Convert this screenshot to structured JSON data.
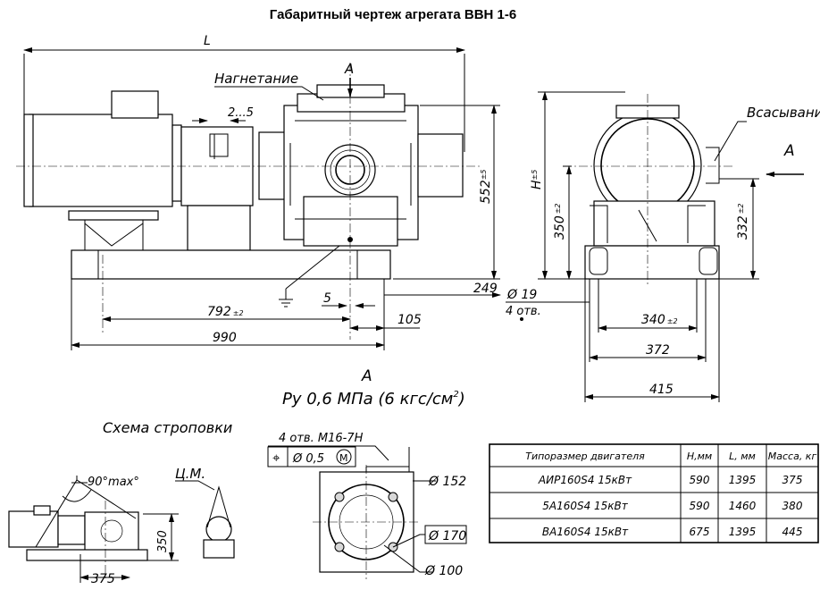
{
  "title": "Габаритный чертеж агрегата ВВН 1-6",
  "labels": {
    "discharge": "Нагнетание",
    "suction": "Всасывание",
    "view_a_top": "А",
    "view_a_right": "А",
    "view_a_section": "А",
    "pressure": "Ру 0,6 МПа (6 кгс/см",
    "pressure_sup": "2",
    "pressure_close": ")",
    "sling_scheme": "Схема строповки",
    "cog": "Ц.М.",
    "sling_angle": "90°max°",
    "holes_spec": "4 отв. М16-7Н",
    "holes_count": "4 отв."
  },
  "dimensions": {
    "L": "L",
    "gap": "2...5",
    "height_total": "552",
    "height_total_tol": "±5",
    "H": "H",
    "H_tol": "±5",
    "h350": "350",
    "h350_tol": "±2",
    "h332": "332",
    "h332_tol": "±2",
    "d249": "249",
    "d5": "5",
    "d792": "792",
    "d792_tol": "±2",
    "d990": "990",
    "d105": "105",
    "hole_dia": "Ø 19",
    "d340": "340",
    "d340_tol": "±2",
    "d372": "372",
    "d415": "415",
    "sling_350": "350",
    "sling_375": "375",
    "flange_152": "Ø 152",
    "flange_170": "Ø 170",
    "flange_100": "Ø 100"
  },
  "tolerance_frame": {
    "symbol": "⌖",
    "value": "Ø 0,5",
    "modifier": "M"
  },
  "table": {
    "headers": [
      "Типоразмер двигателя",
      "Н,мм",
      "L, мм",
      "Масса, кг"
    ],
    "rows": [
      [
        "АИР160S4 15кВт",
        "590",
        "1395",
        "375"
      ],
      [
        "5А160S4 15кВт",
        "590",
        "1460",
        "380"
      ],
      [
        "ВА160S4 15кВт",
        "675",
        "1395",
        "445"
      ]
    ]
  }
}
